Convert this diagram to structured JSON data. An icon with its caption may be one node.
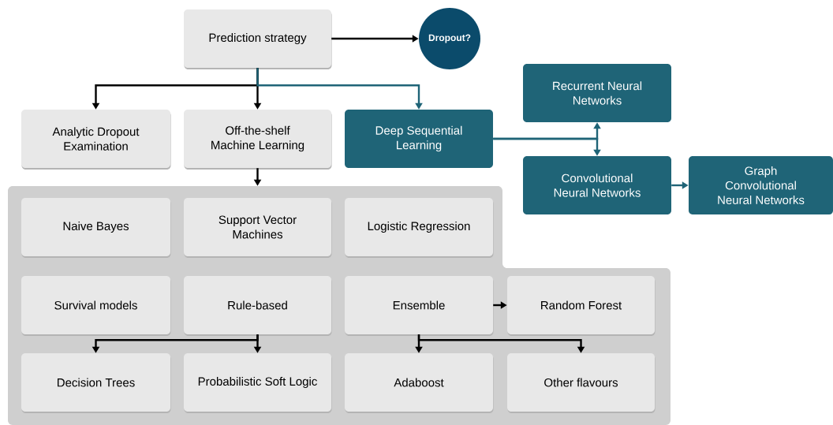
{
  "diagram": {
    "nodes": [
      {
        "text": [
          "Prediction strategy"
        ]
      },
      {
        "text": [
          "Dropout?"
        ]
      },
      {
        "text": [
          "Analytic Dropout Examination"
        ]
      },
      {
        "text": [
          "Off-the-shelf Machine Learning"
        ]
      },
      {
        "text": [
          "Deep Sequential Learning"
        ]
      },
      {
        "text": [
          "Recurrent Neural Networks"
        ]
      },
      {
        "text": [
          "Convolutional Neural Networks"
        ]
      },
      {
        "text": [
          "Graph Convolutional Neural Networks"
        ]
      },
      {
        "text": [],
        "shape": "box"
      },
      {
        "text": [
          "Naive Bayes"
        ],
        "in": 8
      },
      {
        "text": [
          "Support Vector Machines"
        ],
        "in": 8
      },
      {
        "text": [
          "Logistic Regression"
        ],
        "in": 8
      },
      {
        "text": [
          "Survival models"
        ],
        "in": 8
      },
      {
        "text": [
          "Rule-based"
        ],
        "in": 8
      },
      {
        "text": [
          "Ensemble"
        ],
        "in": 8
      },
      {
        "text": [
          "Random Forest"
        ],
        "in": 8
      },
      {
        "text": [
          "Decision Trees"
        ],
        "in": 8
      },
      {
        "text": [
          "Probabilistic Soft Logic"
        ],
        "in": 8
      },
      {
        "text": [
          "Adaboost"
        ],
        "in": 8
      },
      {
        "text": [
          "Other flavours"
        ],
        "in": 8
      }
    ],
    "edges": [
      {
        "from": 0,
        "to": 1,
        "arrow": "to"
      },
      {
        "from": 0,
        "to": 2,
        "arrow": "to"
      },
      {
        "from": 0,
        "to": 3,
        "arrow": "to"
      },
      {
        "from": 0,
        "to": 4,
        "arrow": "to",
        "color": "#1f6477"
      },
      {
        "from": 4,
        "to": 5,
        "arrow": "to",
        "color": "#1f6477"
      },
      {
        "from": 4,
        "to": 6,
        "arrow": "to",
        "color": "#1f6477"
      },
      {
        "from": 6,
        "to": 7,
        "arrow": "to",
        "color": "#1f6477"
      },
      {
        "from": 3,
        "to": 8,
        "arrow": "to"
      },
      {
        "from": 14,
        "to": 15,
        "arrow": "to"
      },
      {
        "from": 13,
        "to": 16,
        "arrow": "to"
      },
      {
        "from": 13,
        "to": 17,
        "arrow": "to"
      },
      {
        "from": 14,
        "to": 18,
        "arrow": "to"
      },
      {
        "from": 14,
        "to": 19,
        "arrow": "to"
      }
    ]
  }
}
